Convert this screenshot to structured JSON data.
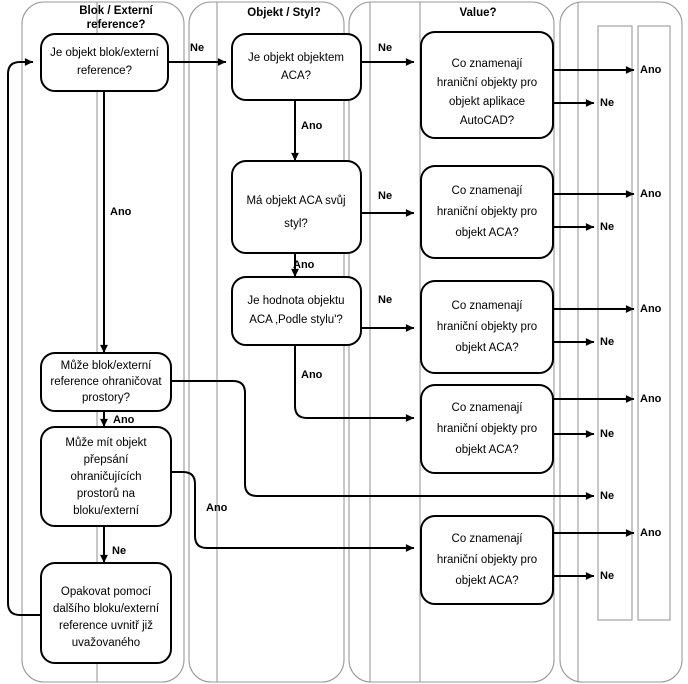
{
  "diagram": {
    "title": "Rozhodovaci diagram - hranicni objekty",
    "language": "cs",
    "bg_color": "#ffffff",
    "line_color": "#000000",
    "lane_color": "#9a9a9a"
  },
  "lanes": [
    {
      "id": "lane-blok",
      "title": "Blok / Externí reference?"
    },
    {
      "id": "lane-objekt",
      "title": "Objekt / Styl?"
    },
    {
      "id": "lane-value",
      "title": "Value?"
    },
    {
      "id": "lane-out",
      "title": ""
    }
  ],
  "nodes": {
    "blok": [
      {
        "id": "n1",
        "lines": [
          "Je objekt blok/externí",
          "reference?"
        ]
      },
      {
        "id": "n2",
        "lines": [
          "Může blok/externí",
          "reference ohraničovat",
          "prostory?"
        ]
      },
      {
        "id": "n3",
        "lines": [
          "Může mít objekt",
          "přepsání",
          "ohraničujících",
          "prostorů na",
          "bloku/externí"
        ]
      },
      {
        "id": "n4",
        "lines": [
          "Opakovat pomocí",
          "dalšího bloku/externí",
          "reference uvnitř již",
          "uvažovaného"
        ]
      }
    ],
    "objekt": [
      {
        "id": "o1",
        "lines": [
          "Je objekt objektem",
          "ACA?"
        ]
      },
      {
        "id": "o2",
        "lines": [
          "Má objekt ACA svůj",
          "styl?"
        ]
      },
      {
        "id": "o3",
        "lines": [
          "Je hodnota objektu",
          "ACA ‚Podle stylu'?"
        ]
      }
    ],
    "value": [
      {
        "id": "v1",
        "lines": [
          "Co znamenají",
          "hraniční objekty pro",
          "objekt aplikace",
          "AutoCAD?"
        ]
      },
      {
        "id": "v2",
        "lines": [
          "Co znamenají",
          "hraniční objekty pro",
          "objekt ACA?"
        ]
      },
      {
        "id": "v3",
        "lines": [
          "Co znamenají",
          "hraniční objekty pro",
          "objekt ACA?"
        ]
      },
      {
        "id": "v4",
        "lines": [
          "Co znamenají",
          "hraniční objekty pro",
          "objekt ACA?"
        ]
      },
      {
        "id": "v5",
        "lines": [
          "Co znamenají",
          "hraniční objekty pro",
          "objekt ACA?"
        ]
      }
    ]
  },
  "edge_labels": {
    "n1_to_o1": "Ne",
    "n1_to_n2": "Ano",
    "n2_to_n3": "Ano",
    "n2_to_v4": "Ano",
    "n3_to_n4": "Ne",
    "n3_to_v5": "Ano",
    "o1_to_v1": "Ne",
    "o1_to_o2": "Ano",
    "o2_to_v2": "Ne",
    "o2_to_o3": "Ano",
    "o3_to_v3": "Ne",
    "o3_to_v4": "Ano"
  },
  "terminals": [
    {
      "id": "t1",
      "label": "Ano",
      "from": "v1"
    },
    {
      "id": "t2",
      "label": "Ne",
      "from": "v1"
    },
    {
      "id": "t3",
      "label": "Ano",
      "from": "v2"
    },
    {
      "id": "t4",
      "label": "Ne",
      "from": "v2"
    },
    {
      "id": "t5",
      "label": "Ano",
      "from": "v3"
    },
    {
      "id": "t6",
      "label": "Ne",
      "from": "v3"
    },
    {
      "id": "t7",
      "label": "Ano",
      "from": "v4"
    },
    {
      "id": "t8",
      "label": "Ne",
      "from": "v4"
    },
    {
      "id": "t9",
      "label": "Ne",
      "from": "n2"
    },
    {
      "id": "t10",
      "label": "Ano",
      "from": "v5"
    },
    {
      "id": "t11",
      "label": "Ne",
      "from": "v5"
    }
  ]
}
